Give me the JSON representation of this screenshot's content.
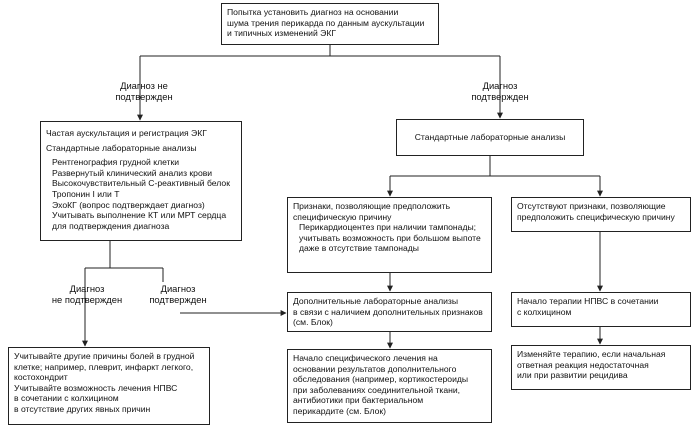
{
  "boxes": {
    "top": [
      "Попытка установить диагноз на основании",
      "шума трения перикарда по данным аускультации",
      "и типичных изменений ЭКГ"
    ],
    "left_main": {
      "head": [
        "Частая аускультация и регистрация ЭКГ",
        "Стандартные лабораторные анализы"
      ],
      "items": [
        "Рентгенография грудной клетки",
        "Развернутый клинический анализ крови",
        "Высокочувствительный С-реактивный белок",
        "Тропонин I или T",
        "ЭхоКГ (вопрос подтверждает диагноз)",
        "Учитывать выполнение КТ или МРТ сердца",
        "для подтверждения диагноза"
      ]
    },
    "left_bottom": [
      "Учитывайте другие причины болей в грудной",
      "клетке; например, плеврит, инфаркт легкого,",
      "костохондрит",
      "Учитывайте возможность лечения НПВС",
      "в сочетании с колхицином",
      "в отсутствие других явных причин"
    ],
    "right_std": "Стандартные лабораторные анализы",
    "signs": {
      "head": [
        "Признаки, позволяющие предположить",
        "специфическую причину"
      ],
      "items": [
        "Перикардиоцентез при наличии тампонады;",
        "учитывать возможность при большом выпоте",
        "даже в отсутствие тампонады"
      ]
    },
    "no_signs": [
      "Отсутствуют признаки, позволяющие",
      "предположить специфическую причину"
    ],
    "extra_labs": [
      "Дополнительные лабораторные анализы",
      "в связи с наличием дополнительных признаков",
      "(см. Блок)"
    ],
    "nsaid": [
      "Начало терапии НПВС в сочетании",
      "с колхицином"
    ],
    "specific": [
      "Начало специфического лечения на",
      "основании результатов дополнительного",
      "обследования (например, кортикостероиды",
      "при заболеваниях соединительной ткани,",
      "антибиотики при бактериальном",
      "перикардите (см. Блок)"
    ],
    "change": [
      "Изменяйте терапию, если начальная",
      "ответная реакция недостаточная",
      "или при развитии рецидива"
    ]
  },
  "labels": {
    "not_confirmed_1": [
      "Диагноз не",
      "подтвержден"
    ],
    "confirmed_1": [
      "Диагноз",
      "подтвержден"
    ],
    "not_confirmed_2": [
      "Диагноз",
      "не подтвержден"
    ],
    "confirmed_2": [
      "Диагноз",
      "подтвержден"
    ]
  }
}
